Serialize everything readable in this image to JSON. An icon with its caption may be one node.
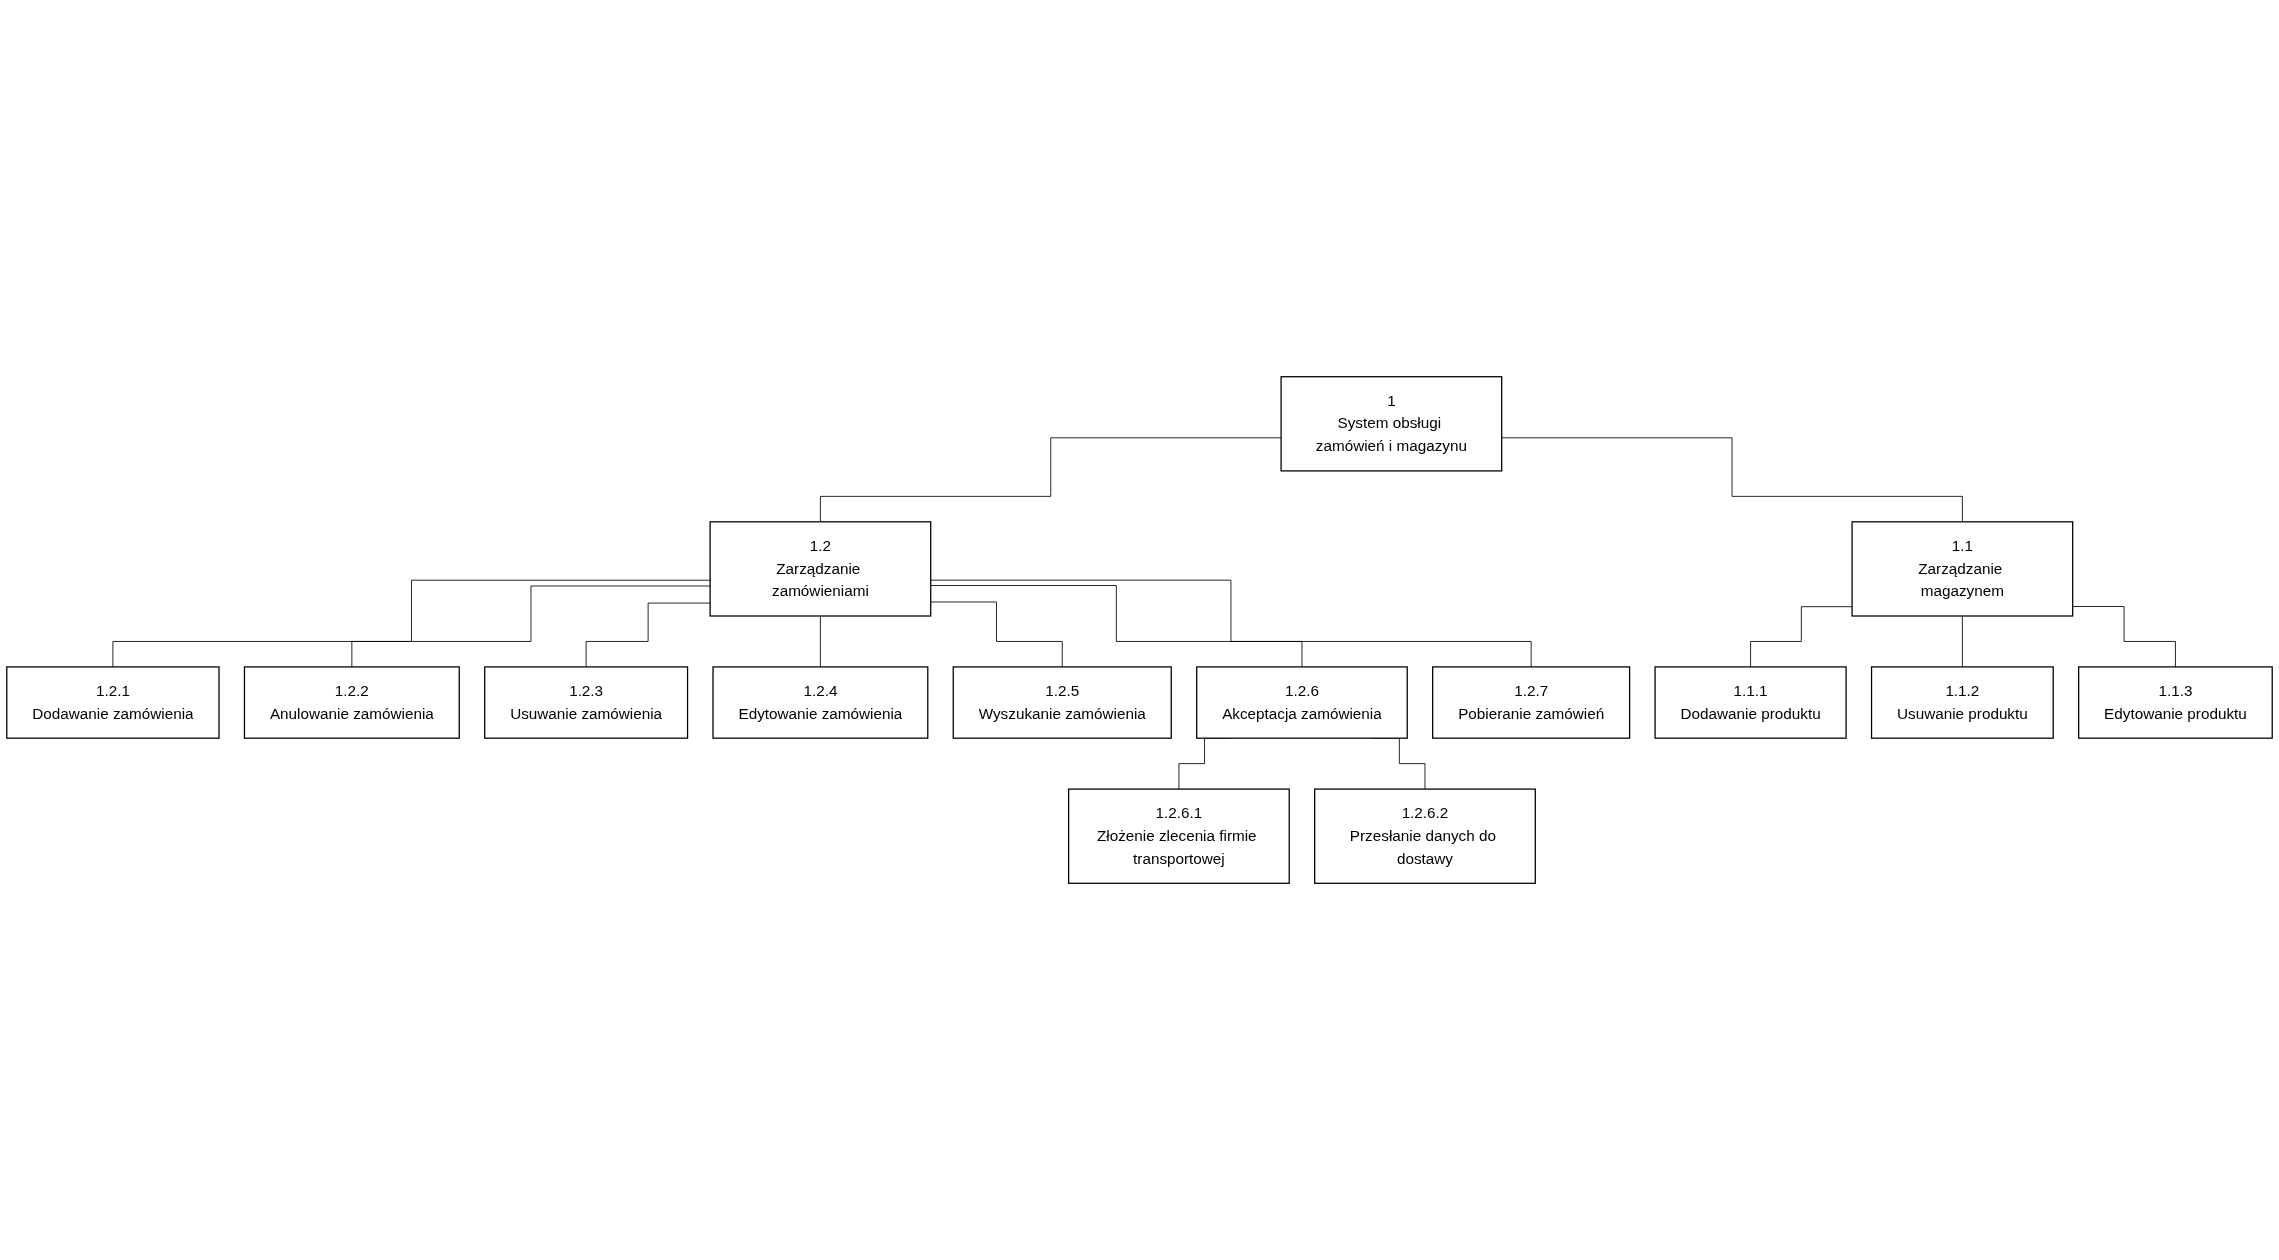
{
  "diagram": {
    "nodes": [
      {
        "text": [
          "1",
          "System obsługi zamówień i magazynu"
        ]
      },
      {
        "text": [
          "1.1",
          "Zarządzanie magazynem"
        ]
      },
      {
        "text": [
          "1.2",
          "Zarządzanie zamówieniami"
        ]
      },
      {
        "text": [
          "1.2.1",
          "Dodawanie zamówienia"
        ]
      },
      {
        "text": [
          "1.2.2",
          "Anulowanie zamówienia"
        ]
      },
      {
        "text": [
          "1.2.3",
          "Usuwanie zamówienia"
        ]
      },
      {
        "text": [
          "1.2.4",
          "Edytowanie zamówienia"
        ]
      },
      {
        "text": [
          "1.2.5",
          "Wyszukanie zamówienia"
        ]
      },
      {
        "text": [
          "1.2.6",
          "Akceptacja zamówienia"
        ]
      },
      {
        "text": [
          "1.2.7",
          "Pobieranie zamówień"
        ]
      },
      {
        "text": [
          "1.1.1",
          "Dodawanie produktu"
        ]
      },
      {
        "text": [
          "1.1.2",
          "Usuwanie produktu"
        ]
      },
      {
        "text": [
          "1.1.3",
          "Edytowanie produktu"
        ]
      },
      {
        "text": [
          "1.2.6.1",
          "Złożenie zlecenia firmie transportowej"
        ]
      },
      {
        "text": [
          "1.2.6.2",
          "Przesłanie danych do dostawy"
        ]
      }
    ],
    "edges": [
      {
        "from": 0,
        "to": 1,
        "arrow": "none"
      },
      {
        "from": 0,
        "to": 2,
        "arrow": "none"
      },
      {
        "from": 2,
        "to": 3,
        "arrow": "none"
      },
      {
        "from": 2,
        "to": 4,
        "arrow": "none"
      },
      {
        "from": 2,
        "to": 5,
        "arrow": "none"
      },
      {
        "from": 2,
        "to": 6,
        "arrow": "none"
      },
      {
        "from": 2,
        "to": 7,
        "arrow": "none"
      },
      {
        "from": 2,
        "to": 8,
        "arrow": "none"
      },
      {
        "from": 2,
        "to": 9,
        "arrow": "none"
      },
      {
        "from": 1,
        "to": 10,
        "arrow": "none"
      },
      {
        "from": 1,
        "to": 11,
        "arrow": "none"
      },
      {
        "from": 1,
        "to": 12,
        "arrow": "none"
      },
      {
        "from": 8,
        "to": 13,
        "arrow": "none"
      },
      {
        "from": 8,
        "to": 14,
        "arrow": "none"
      }
    ]
  }
}
